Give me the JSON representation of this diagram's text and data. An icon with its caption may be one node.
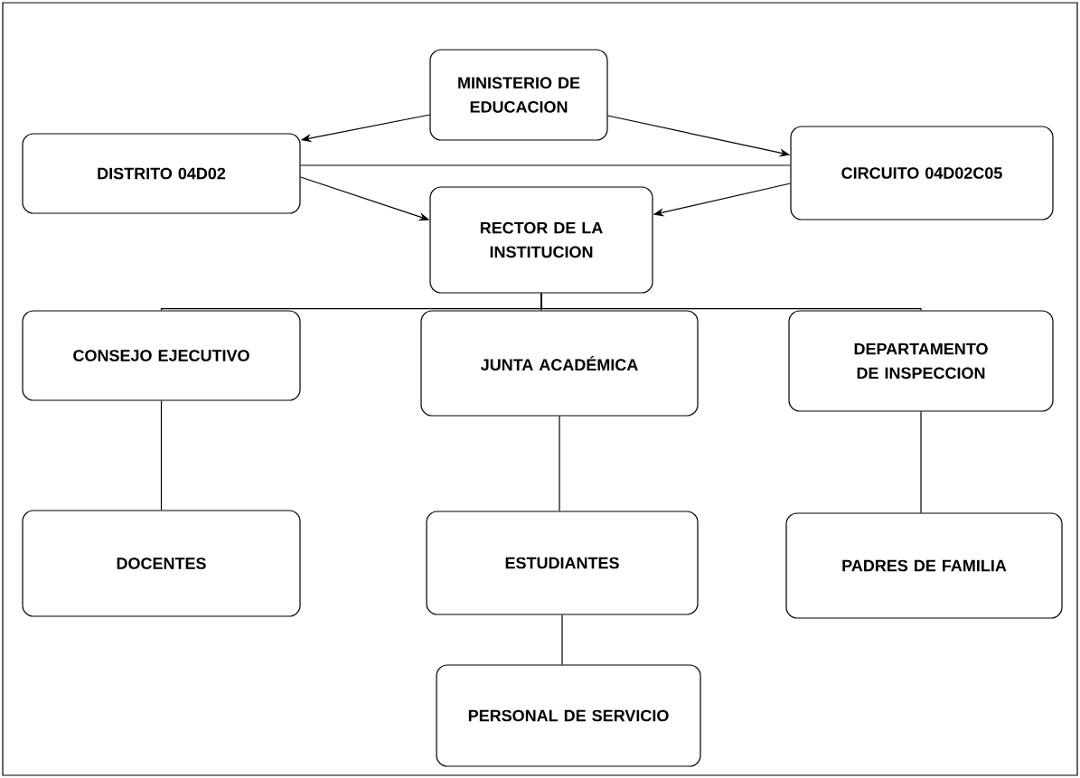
{
  "diagram": {
    "nodes": [
      {
        "text": [
          "MINISTERIO DE EDUCACION"
        ]
      },
      {
        "text": [
          "DISTRITO 04D02"
        ]
      },
      {
        "text": [
          "CIRCUITO 04D02C05"
        ]
      },
      {
        "text": [
          "RECTOR DE LA INSTITUCION"
        ]
      },
      {
        "text": [
          "CONSEJO EJECUTIVO"
        ]
      },
      {
        "text": [
          "JUNTA ACADÉMICA"
        ]
      },
      {
        "text": [
          "DEPARTAMENTO DE INSPECCION"
        ]
      },
      {
        "text": [
          "DOCENTES"
        ]
      },
      {
        "text": [
          "ESTUDIANTES"
        ]
      },
      {
        "text": [
          "PADRES DE FAMILIA"
        ]
      },
      {
        "text": [
          "PERSONAL DE SERVICIO"
        ]
      }
    ],
    "edges": [
      {
        "from": 0,
        "to": 1,
        "arrow": "to"
      },
      {
        "from": 0,
        "to": 2,
        "arrow": "to"
      },
      {
        "from": 1,
        "to": 2,
        "arrow": "none"
      },
      {
        "from": 1,
        "to": 3,
        "arrow": "to"
      },
      {
        "from": 2,
        "to": 3,
        "arrow": "to"
      },
      {
        "from": 3,
        "to": 4,
        "arrow": "none"
      },
      {
        "from": 3,
        "to": 5,
        "arrow": "none"
      },
      {
        "from": 3,
        "to": 6,
        "arrow": "none"
      },
      {
        "from": 4,
        "to": 7,
        "arrow": "none"
      },
      {
        "from": 5,
        "to": 8,
        "arrow": "none"
      },
      {
        "from": 8,
        "to": 10,
        "arrow": "none"
      },
      {
        "from": 6,
        "to": 9,
        "arrow": "none"
      }
    ]
  }
}
